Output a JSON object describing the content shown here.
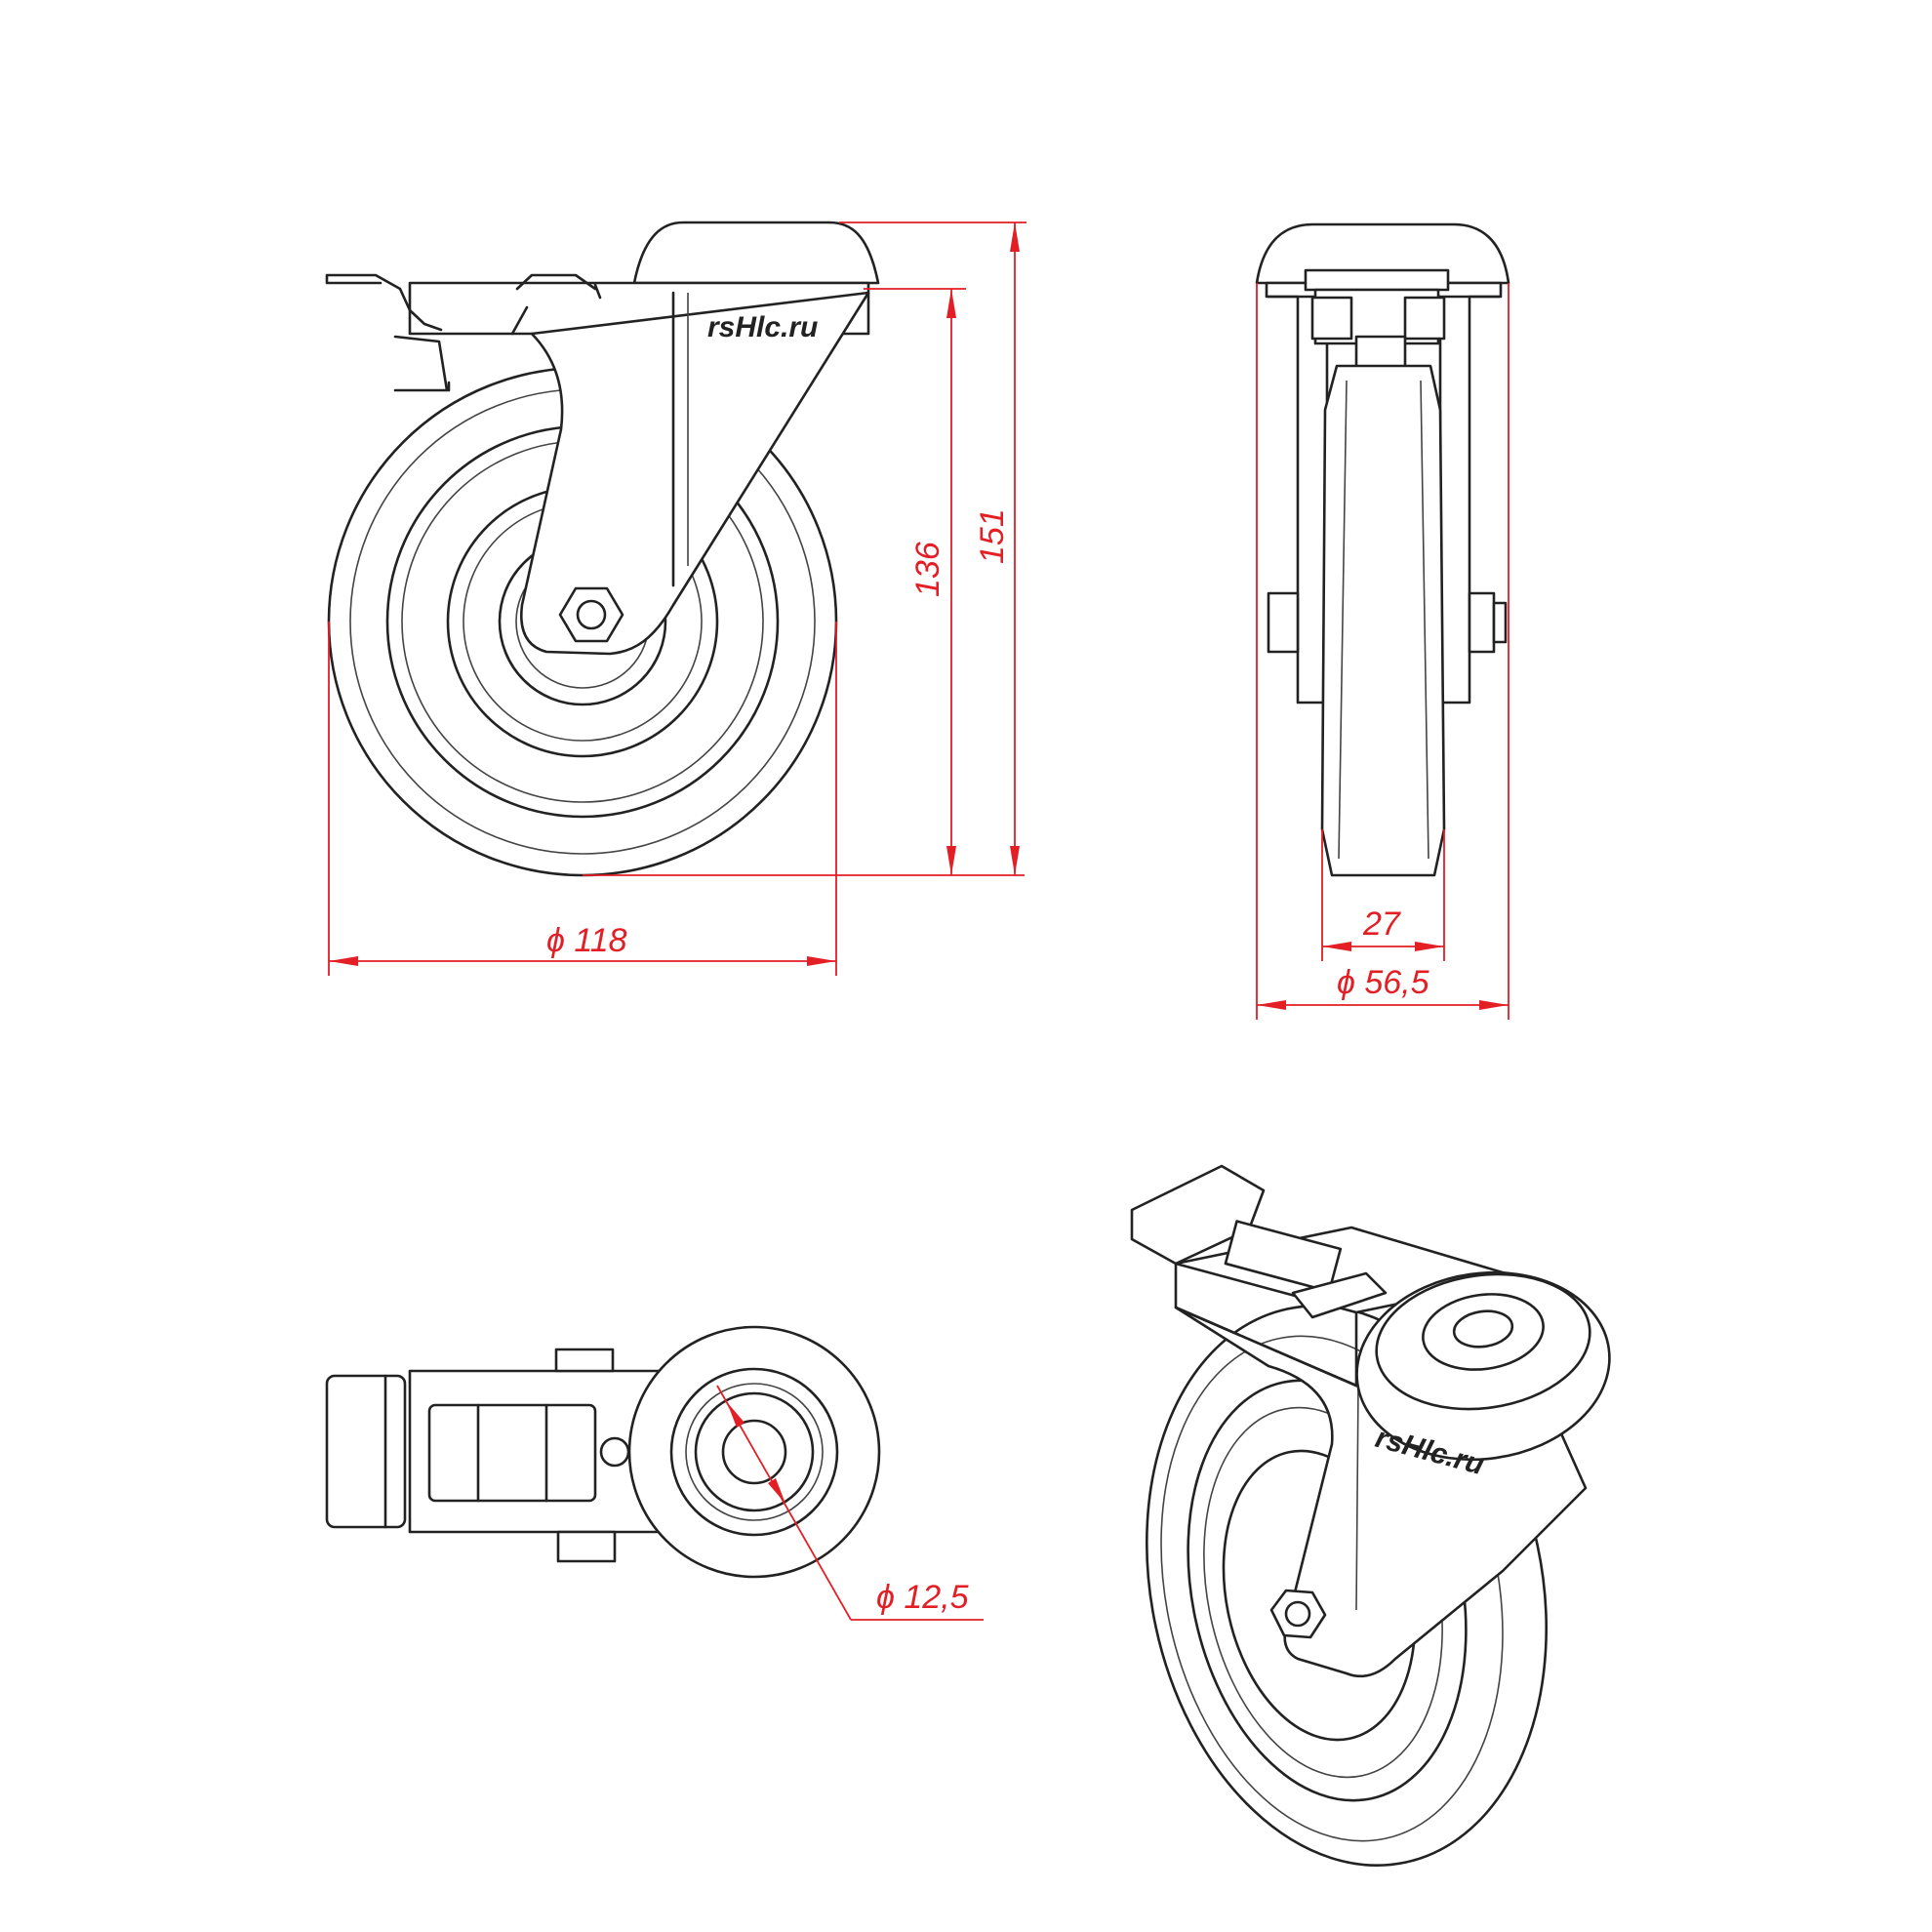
{
  "brand": "rsHlc.ru",
  "dimensions": {
    "wheel_diameter": "ϕ 118",
    "height_to_plate": "136",
    "total_height": "151",
    "wheel_width": "27",
    "top_diameter": "ϕ 56,5",
    "bolt_hole": "ϕ 12,5"
  },
  "colors": {
    "line": "#222222",
    "dimension": "#e31e24"
  }
}
